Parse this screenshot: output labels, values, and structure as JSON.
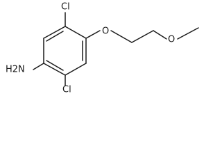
{
  "molecule": {
    "labels": {
      "cl_top": "Cl",
      "cl_bottom": "Cl",
      "oxygen_ether_ring": "O",
      "oxygen_ether_chain": "O",
      "amine": "H2N"
    },
    "colors": {
      "bond": "#1a1a1a",
      "text": "#1a1a1a",
      "background": "#ffffff"
    }
  }
}
